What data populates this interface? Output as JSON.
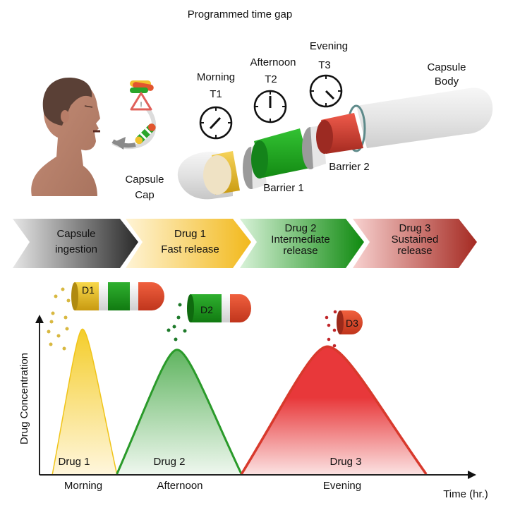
{
  "title": "Programmed time gap",
  "capsule_labels": {
    "cap": [
      "Capsule",
      "Cap"
    ],
    "body": [
      "Capsule",
      "Body"
    ],
    "barrier1": "Barrier 1",
    "barrier2": "Barrier 2"
  },
  "timepoints": [
    {
      "period": "Morning",
      "code": "T1",
      "clock": "clock-icon"
    },
    {
      "period": "Afternoon",
      "code": "T2",
      "clock": "clock-icon"
    },
    {
      "period": "Evening",
      "code": "T3",
      "clock": "clock-icon"
    }
  ],
  "icons": {
    "person": "person-swallowing-icon",
    "warning": "warning-triangle-icon",
    "pills": "pill-pile-icon",
    "arrow": "curved-arrow-icon"
  },
  "stages": [
    {
      "lines": [
        "Capsule",
        "ingestion"
      ],
      "color": "#333333"
    },
    {
      "lines": [
        "Drug 1",
        "Fast release"
      ],
      "color": "#f2c12e"
    },
    {
      "lines": [
        "Drug 2",
        "Intermediate",
        "release"
      ],
      "color": "#1f9a1f"
    },
    {
      "lines": [
        "Drug 3",
        "Sustained",
        "release"
      ],
      "color": "#b5302a"
    }
  ],
  "capsule_tags": {
    "d1": "D1",
    "d2": "D2",
    "d3": "D3"
  },
  "colors": {
    "drug1": "#f0c419",
    "drug2": "#2a9a2a",
    "drug3": "#d8392c",
    "axis": "#222222"
  },
  "chart_data": {
    "type": "area",
    "title": "",
    "xlabel": "Time (hr.)",
    "ylabel": "Drug Concentration",
    "x_tick_labels": [
      "Morning",
      "Afternoon",
      "Evening"
    ],
    "xlim": [
      0,
      10
    ],
    "ylim": [
      0,
      1
    ],
    "grid": false,
    "legend": "none",
    "series": [
      {
        "name": "Drug 1",
        "x": [
          0.3,
          1.0,
          1.8
        ],
        "y": [
          0,
          0.91,
          0
        ]
      },
      {
        "name": "Drug 2",
        "x": [
          1.8,
          3.2,
          4.7
        ],
        "y": [
          0,
          0.78,
          0
        ]
      },
      {
        "name": "Drug 3",
        "x": [
          4.7,
          6.7,
          9.0
        ],
        "y": [
          0,
          0.8,
          0
        ]
      }
    ]
  }
}
